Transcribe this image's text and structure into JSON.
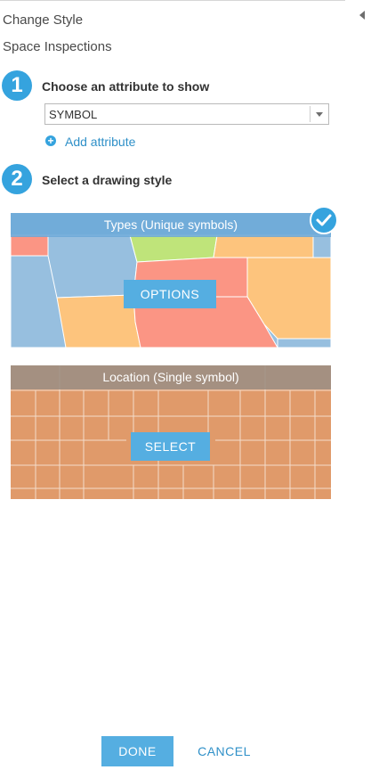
{
  "panel": {
    "title": "Change Style",
    "layer_name": "Space Inspections"
  },
  "step1": {
    "number": "1",
    "label": "Choose an attribute to show",
    "attribute_value": "SYMBOL",
    "add_attribute_label": "Add attribute"
  },
  "step2": {
    "number": "2",
    "label": "Select a drawing style"
  },
  "styles": [
    {
      "title": "Types (Unique symbols)",
      "button_label": "OPTIONS",
      "selected": true,
      "header_color": "#6aa8d8"
    },
    {
      "title": "Location (Single symbol)",
      "button_label": "SELECT",
      "selected": false,
      "header_color": "#9d8f84"
    }
  ],
  "footer": {
    "done_label": "DONE",
    "cancel_label": "CANCEL"
  },
  "colors": {
    "accent": "#35a3de",
    "map_blue": "#97bfdf",
    "map_orange": "#fdc47d",
    "map_red": "#fb9584",
    "map_green": "#bfe47a",
    "map_single": "#e09a6a"
  }
}
